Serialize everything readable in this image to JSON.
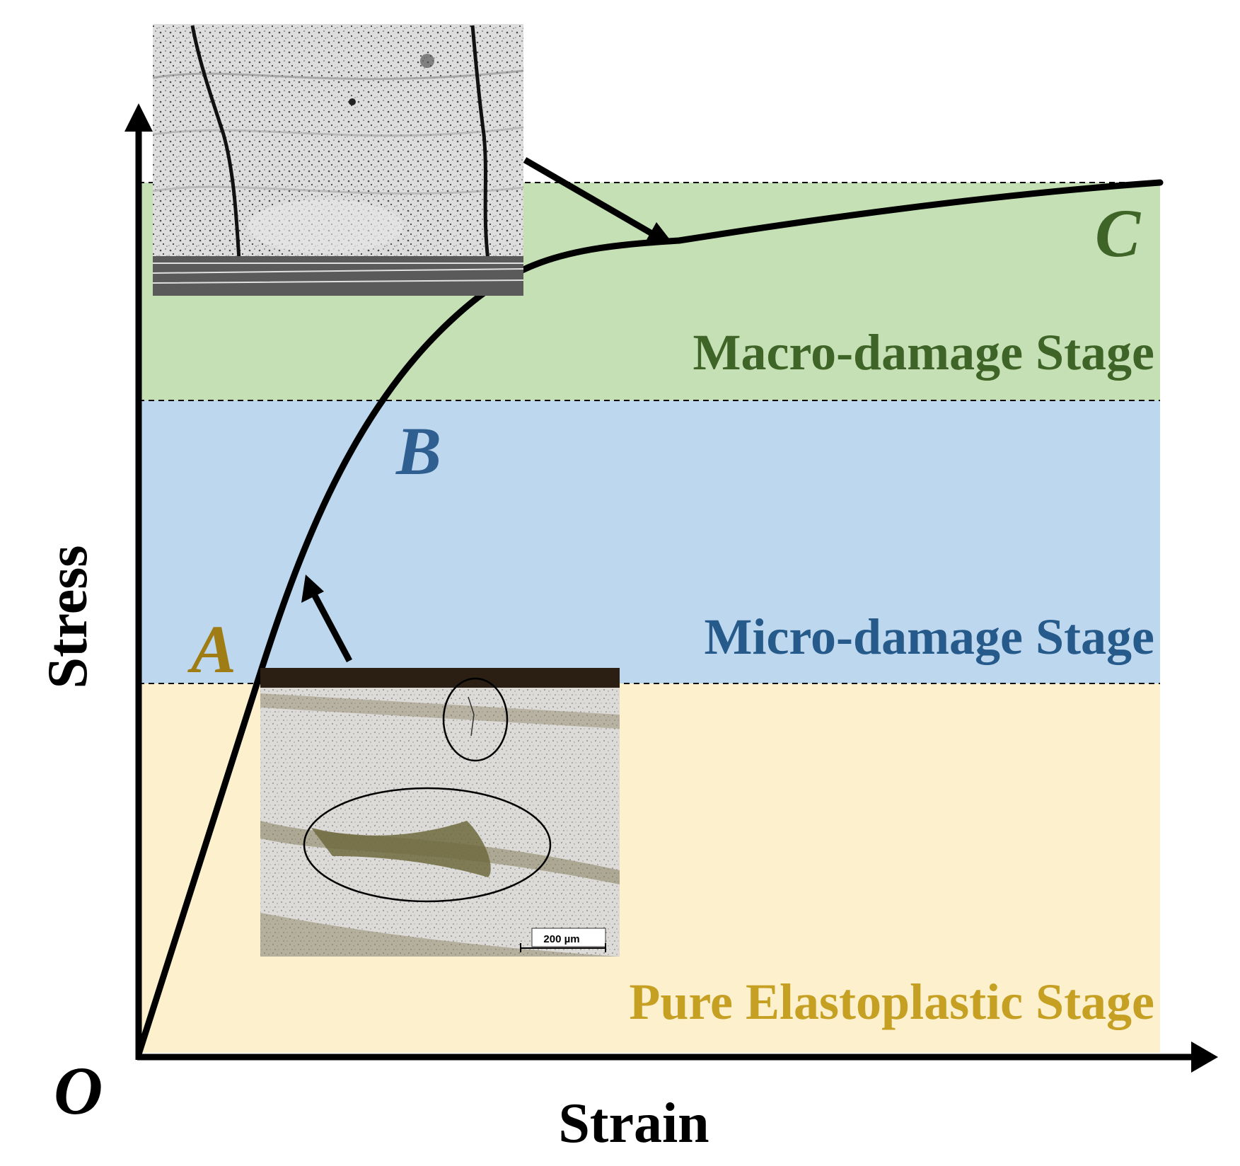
{
  "colors": {
    "pure_elastoplastic_band": "#fdf0cd",
    "micro_damage_band": "#bdd7ee",
    "macro_damage_band": "#c5e0b4",
    "pure_elastoplastic_text": "#c5a022",
    "micro_damage_text": "#255a8a",
    "macro_damage_text": "#3f6427",
    "point_a": "#a07c14",
    "point_b": "#2e5f90",
    "point_c": "#3f6427",
    "curve": "#000000"
  },
  "axes": {
    "x_label": "Strain",
    "y_label": "Stress",
    "origin_label": "O"
  },
  "stages": {
    "pure_elastoplastic": "Pure Elastoplastic Stage",
    "micro_damage": "Micro-damage Stage",
    "macro_damage": "Macro-damage Stage"
  },
  "points": {
    "a": "A",
    "b": "B",
    "c": "C"
  },
  "micrographs": {
    "macro_damage_image": "macro-damage micrograph with vertical cracks",
    "micro_damage_image": "micro-damage micrograph with circled defects",
    "scale_bar": "200 µm"
  }
}
